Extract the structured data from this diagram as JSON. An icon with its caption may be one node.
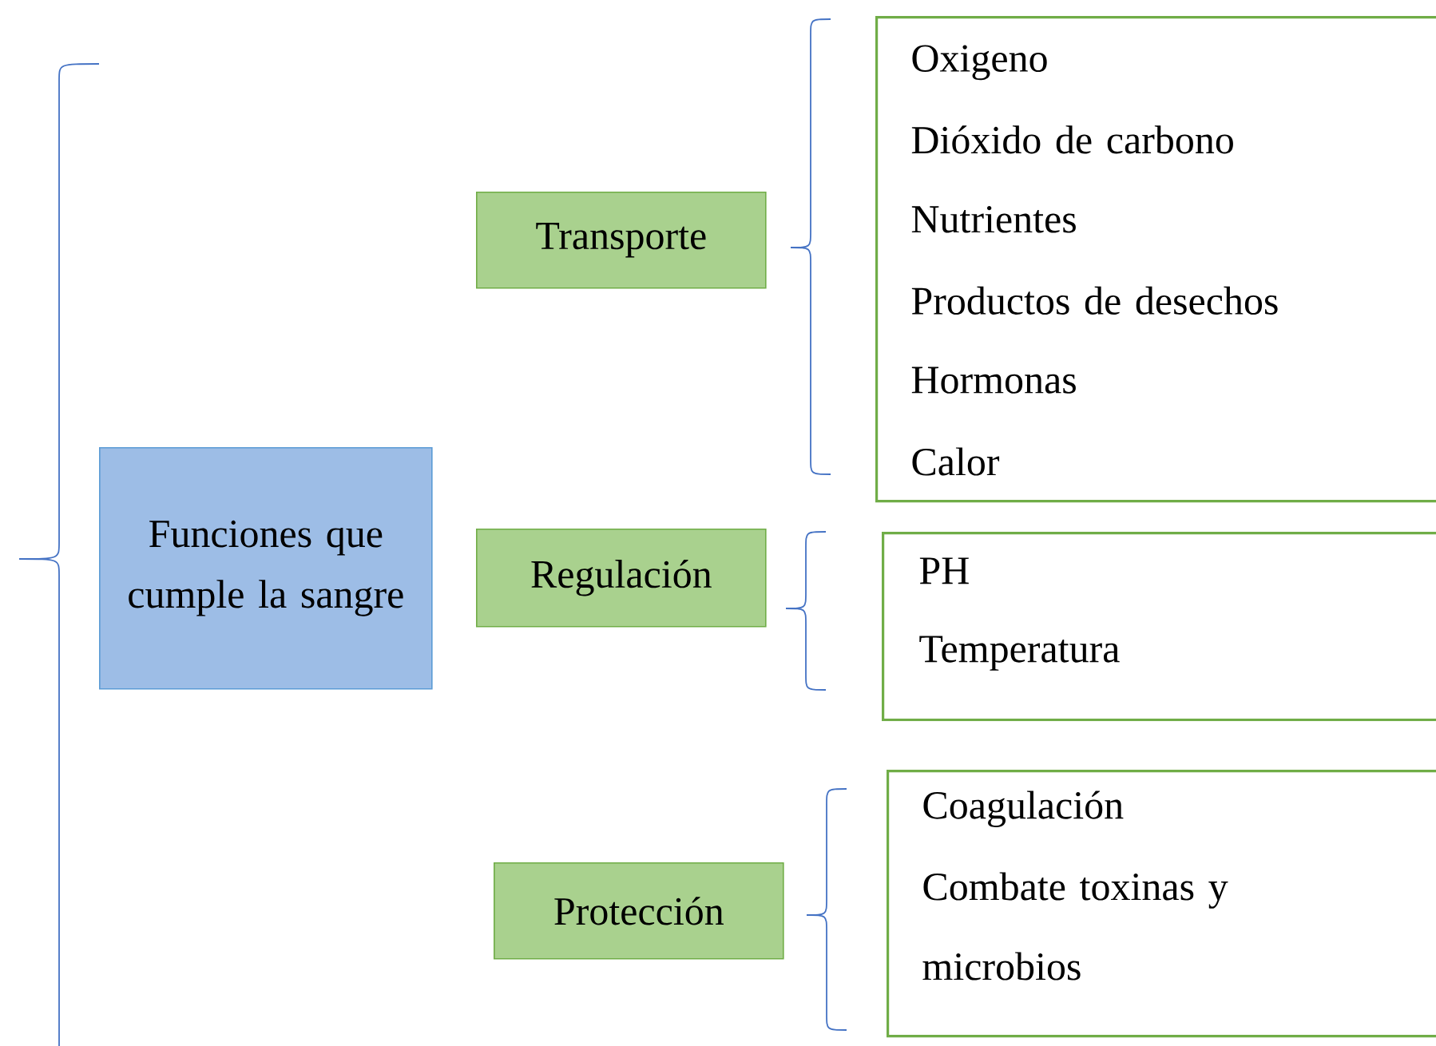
{
  "diagram": {
    "nodes": [
      {
        "text": [
          "Funciones que cumple la sangre"
        ]
      },
      {
        "text": [
          "Transporte"
        ]
      },
      {
        "text": [
          "Oxigeno",
          "Dióxido de carbono",
          "Nutrientes",
          "Productos de desechos",
          "Hormonas",
          "Calor"
        ]
      },
      {
        "text": [
          "Regulación"
        ]
      },
      {
        "text": [
          "PH",
          "Temperatura"
        ]
      },
      {
        "text": [
          "Protección"
        ]
      },
      {
        "text": [
          "Coagulación",
          "Combate toxinas y microbios"
        ]
      }
    ]
  }
}
